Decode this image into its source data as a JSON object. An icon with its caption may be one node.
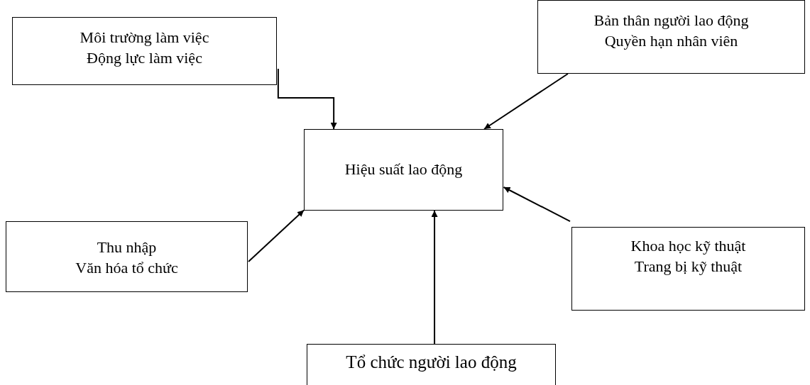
{
  "diagram": {
    "nodes": [
      {
        "text": [
          "Môi trường làm việc",
          "Động lực làm việc"
        ]
      },
      {
        "text": [
          "Bản thân người lao động",
          "Quyền hạn nhân viên"
        ]
      },
      {
        "text": [
          "Hiệu suất lao động"
        ]
      },
      {
        "text": [
          "Thu nhập",
          "Văn hóa tổ chức"
        ]
      },
      {
        "text": [
          "Khoa học kỹ thuật",
          "Trang bị kỹ thuật"
        ]
      },
      {
        "text": [
          "Tổ chức người lao động"
        ]
      }
    ],
    "edges": [
      {
        "from": 0,
        "to": 2,
        "arrow": "to"
      },
      {
        "from": 1,
        "to": 2,
        "arrow": "to"
      },
      {
        "from": 3,
        "to": 2,
        "arrow": "to"
      },
      {
        "from": 4,
        "to": 2,
        "arrow": "to"
      },
      {
        "from": 5,
        "to": 2,
        "arrow": "to"
      }
    ]
  }
}
